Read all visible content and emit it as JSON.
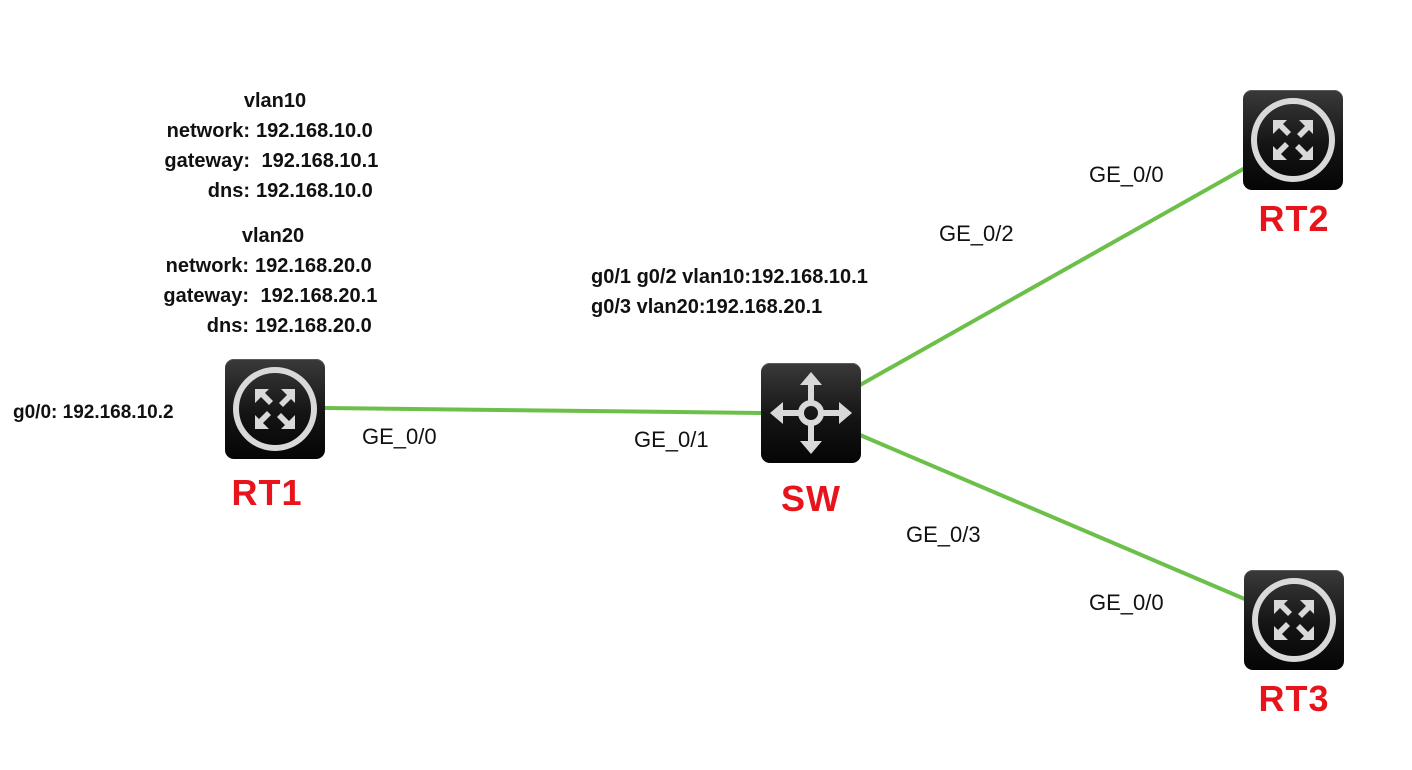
{
  "devices": {
    "rt1": {
      "label": "RT1",
      "icon": "router-icon"
    },
    "sw": {
      "label": "SW",
      "icon": "switch-icon"
    },
    "rt2": {
      "label": "RT2",
      "icon": "router-icon"
    },
    "rt3": {
      "label": "RT3",
      "icon": "router-icon"
    }
  },
  "ports": {
    "rt1_g00": "GE_0/0",
    "sw_g01": "GE_0/1",
    "sw_g02": "GE_0/2",
    "sw_g03": "GE_0/3",
    "rt2_g00": "GE_0/0",
    "rt3_g00": "GE_0/0"
  },
  "rt1_address": "g0/0: 192.168.10.2",
  "sw_config": {
    "line1": "g0/1 g0/2 vlan10:192.168.10.1",
    "line2": "g0/3 vlan20:192.168.20.1"
  },
  "vlans": [
    {
      "title": "vlan10",
      "rows": [
        {
          "key": "network:",
          "value": "192.168.10.0"
        },
        {
          "key": "gateway:",
          "value": " 192.168.10.1"
        },
        {
          "key": "dns:",
          "value": "192.168.10.0"
        }
      ]
    },
    {
      "title": "vlan20",
      "rows": [
        {
          "key": "network:",
          "value": "192.168.20.0"
        },
        {
          "key": "gateway:",
          "value": " 192.168.20.1"
        },
        {
          "key": "dns:",
          "value": "192.168.20.0"
        }
      ]
    }
  ],
  "colors": {
    "link": "#6cc04a",
    "device_label": "#e8141c",
    "device_body": "#1a1a1a",
    "icon": "#d9d9d9"
  }
}
